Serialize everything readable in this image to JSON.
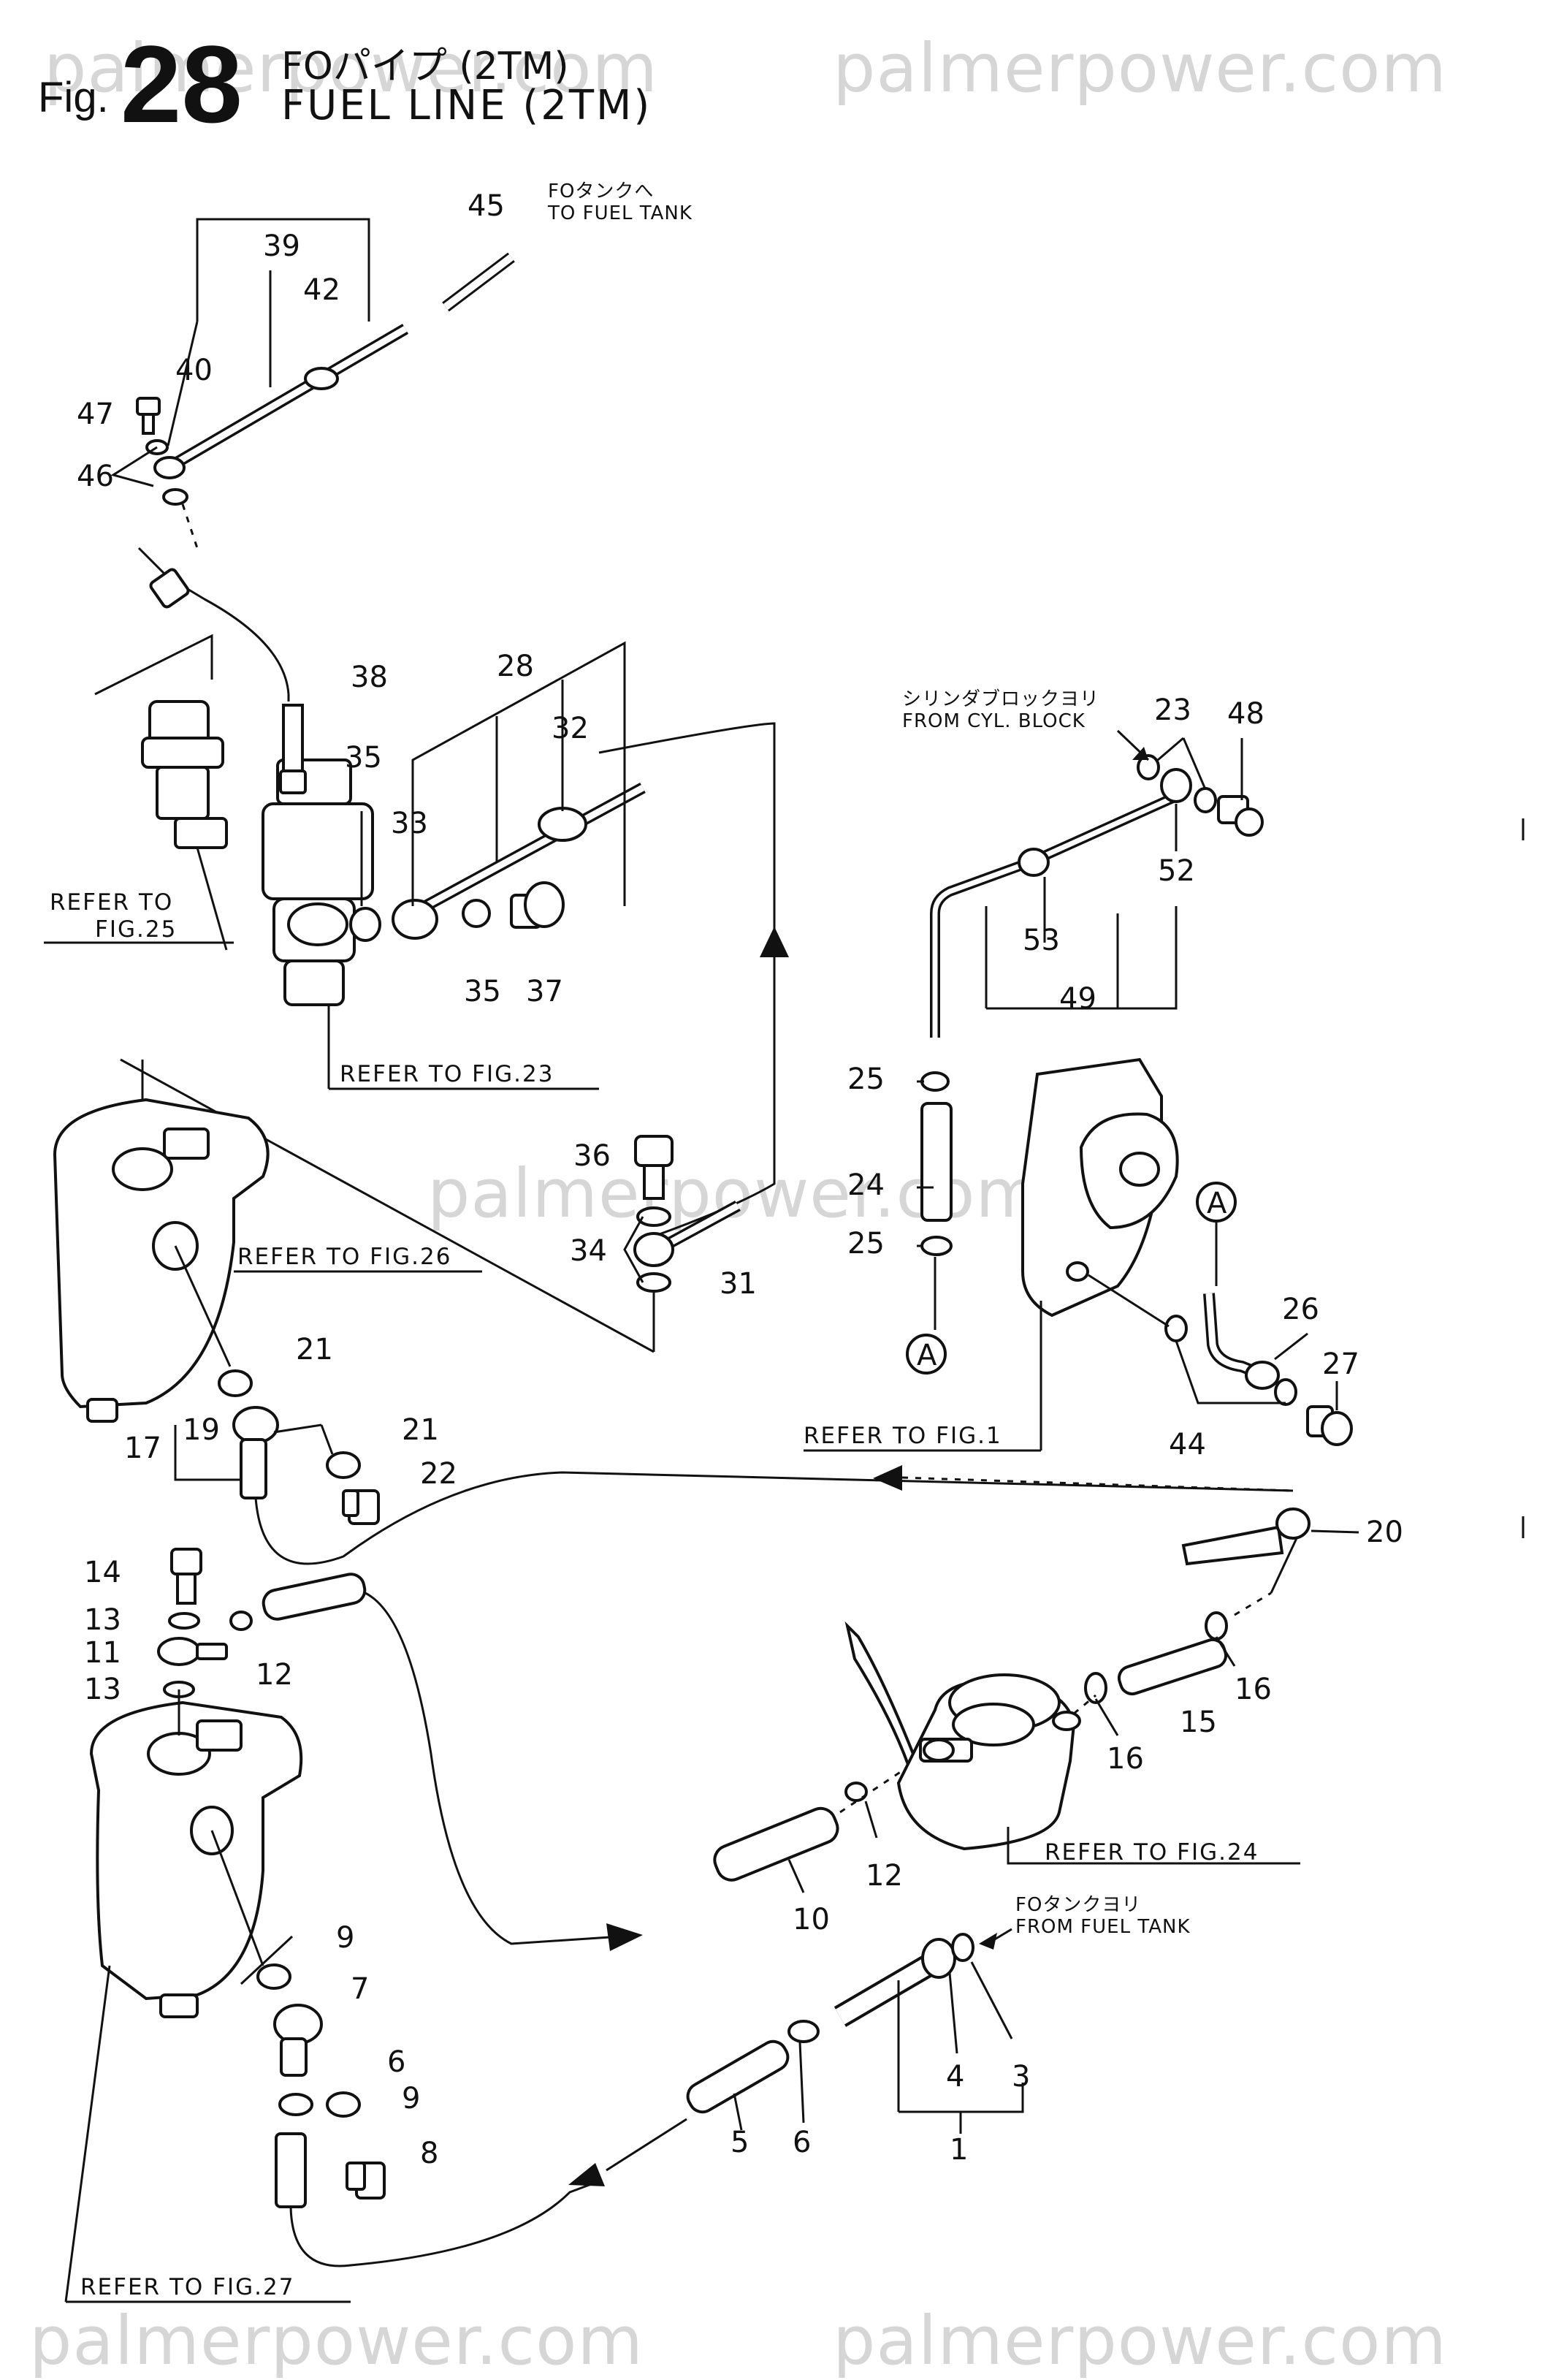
{
  "header": {
    "fig_prefix": "Fig.",
    "fig_number": "28",
    "title_jp": "FOパイプ (2TM)",
    "title_en": "FUEL LINE (2TM)"
  },
  "watermarks": [
    "palmerpower.com",
    "palmerpower.com",
    "palmerpower.com",
    "palmerpower.com",
    "palmerpower.com"
  ],
  "notes": {
    "to_fuel_tank_jp": "FOタンクへ",
    "to_fuel_tank_en": "TO FUEL TANK",
    "from_cyl_block_jp": "シリンダブロックヨリ",
    "from_cyl_block_en": "FROM CYL. BLOCK",
    "from_fuel_tank_jp": "FOタンクヨリ",
    "from_fuel_tank_en": "FROM FUEL TANK"
  },
  "refs": {
    "fig25_line1": "REFER TO",
    "fig25_line2": "FIG.25",
    "fig23": "REFER TO FIG.23",
    "fig26": "REFER TO FIG.26",
    "fig1": "REFER TO FIG.1",
    "fig24": "REFER TO FIG.24",
    "fig27": "REFER TO FIG.27"
  },
  "connector_marks": [
    "A",
    "A"
  ],
  "part_labels": {
    "p45": "45",
    "p39": "39",
    "p42": "42",
    "p40": "40",
    "p47": "47",
    "p46": "46",
    "p38": "38",
    "p28": "28",
    "p32": "32",
    "p35a": "35",
    "p33": "33",
    "p35b": "35",
    "p37": "37",
    "p23": "23",
    "p48": "48",
    "p52": "52",
    "p53": "53",
    "p49": "49",
    "p25a": "25",
    "p24": "24",
    "p25b": "25",
    "p36": "36",
    "p34": "34",
    "p31": "31",
    "p26": "26",
    "p27": "27",
    "p44": "44",
    "p21a": "21",
    "p19": "19",
    "p17": "17",
    "p21b": "21",
    "p22": "22",
    "p20": "20",
    "p14": "14",
    "p13a": "13",
    "p11": "11",
    "p12a": "12",
    "p13b": "13",
    "p16a": "16",
    "p15": "15",
    "p16b": "16",
    "p12b": "12",
    "p10": "10",
    "p9a": "9",
    "p7": "7",
    "p6a": "6",
    "p9b": "9",
    "p8": "8",
    "p4": "4",
    "p3": "3",
    "p1": "1",
    "p5": "5",
    "p6b": "6"
  }
}
